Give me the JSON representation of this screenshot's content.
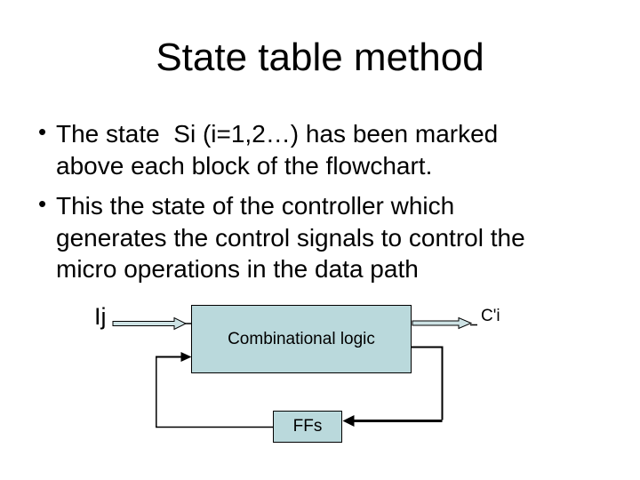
{
  "slide": {
    "title": "State table method",
    "bullet_char": "•",
    "bullets": [
      {
        "lines": [
          "The state  Si (i=1,2…) has been marked",
          "above each block of the flowchart."
        ]
      },
      {
        "lines": [
          "This the state of the controller which",
          "generates the control signals to control the",
          "micro operations in the data path"
        ]
      }
    ]
  },
  "diagram": {
    "input_label": "Ij",
    "output_label": "C'i",
    "combinational_box_label": "Combinational logic",
    "ff_box_label": "FFs",
    "box_fill_color": "#bad9dc",
    "arrow_fill_color": "#cde2e4",
    "line_color": "#000000",
    "background_color": "#ffffff",
    "text_color": "#000000"
  }
}
